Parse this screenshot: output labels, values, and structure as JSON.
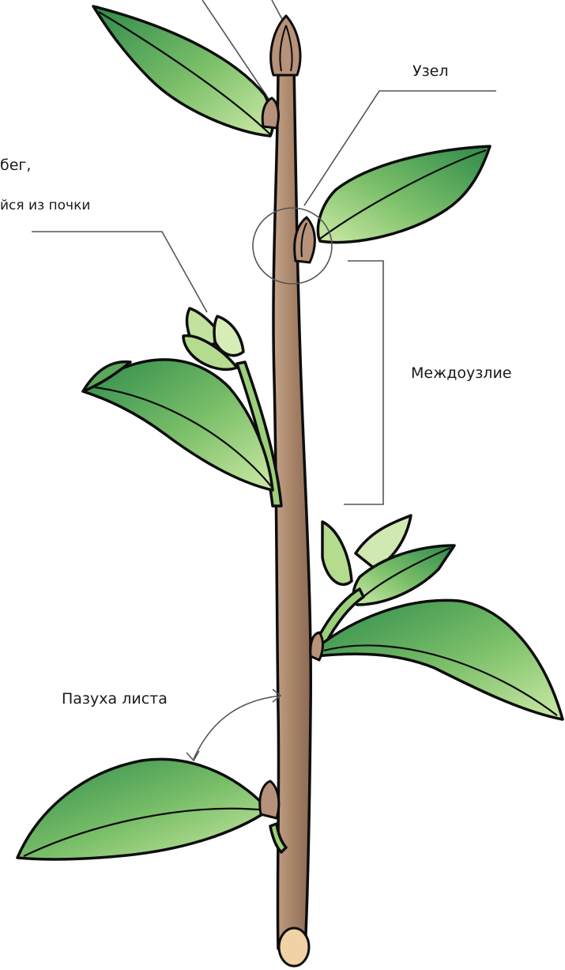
{
  "labels": {
    "node": "Узел",
    "internode": "Междоузлие",
    "leaf_axil": "Пазуха листа",
    "shoot_line1": "бег,",
    "shoot_line2": "йся из почки"
  },
  "colors": {
    "stem": "#a88468",
    "leaf_dark": "#2e8a4a",
    "leaf_light": "#cdeaa6",
    "outline": "#0d0d0d",
    "leader": "#555555",
    "cut": "#f0d2a4"
  }
}
